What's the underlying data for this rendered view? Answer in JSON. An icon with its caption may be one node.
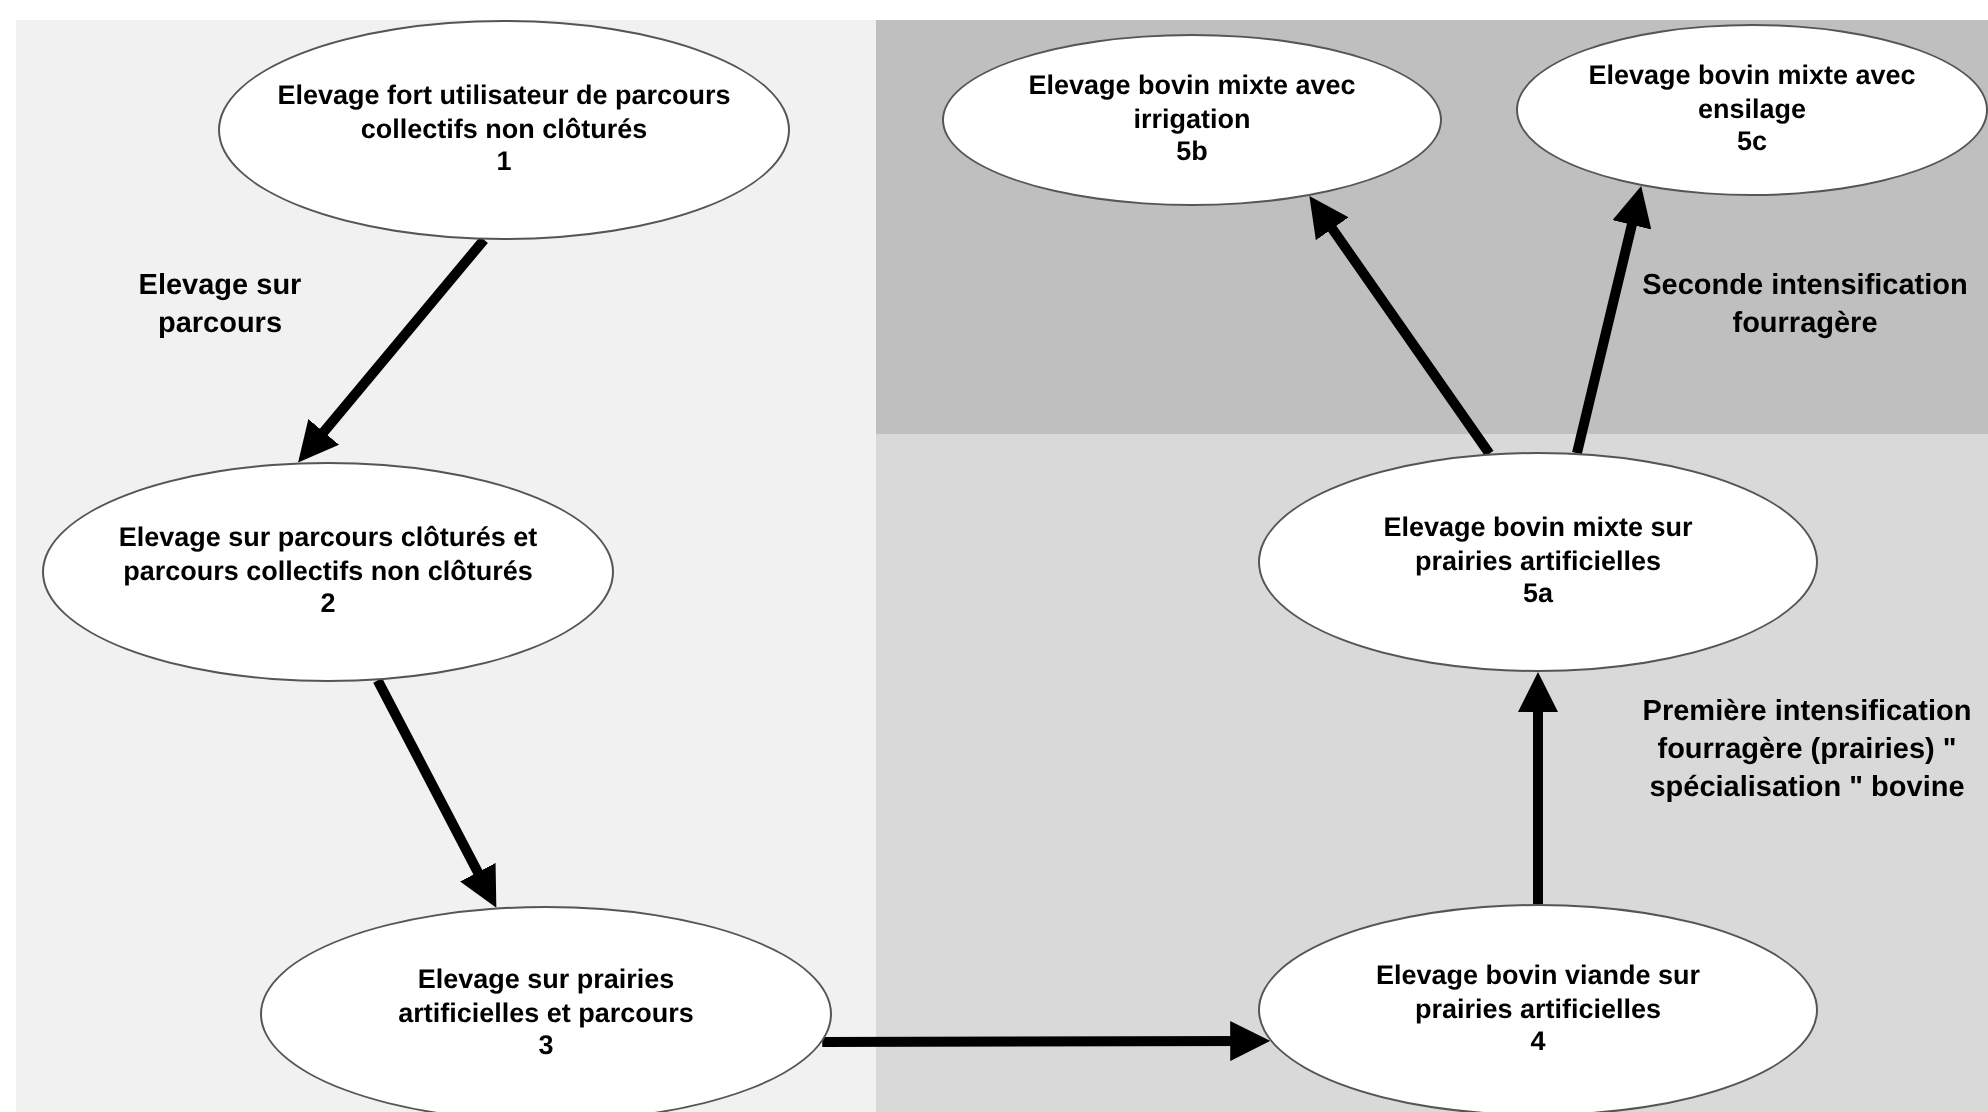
{
  "diagram": {
    "nodes": [
      {
        "text": [
          "Elevage fort utilisateur de parcours collectifs non clôturés",
          "1"
        ]
      },
      {
        "text": [
          "Elevage sur parcours clôturés et parcours collectifs non clôturés",
          "2"
        ]
      },
      {
        "text": [
          "Elevage sur prairies artificielles et parcours",
          "3"
        ]
      },
      {
        "text": [
          "Elevage bovin viande sur prairies artificielles",
          "4"
        ]
      },
      {
        "text": [
          "Elevage bovin mixte sur prairies artificielles",
          "5a"
        ]
      },
      {
        "text": [
          "Elevage bovin mixte avec irrigation",
          "5b"
        ]
      },
      {
        "text": [
          "Elevage bovin mixte avec ensilage",
          "5c"
        ]
      }
    ],
    "edges": [
      {
        "from": 0,
        "to": 1,
        "arrow": "to"
      },
      {
        "from": 1,
        "to": 2,
        "arrow": "to"
      },
      {
        "from": 2,
        "to": 3,
        "arrow": "to"
      },
      {
        "from": 3,
        "to": 4,
        "arrow": "to"
      },
      {
        "from": 4,
        "to": 5,
        "arrow": "to"
      },
      {
        "from": 4,
        "to": 6,
        "arrow": "to"
      }
    ],
    "labels": [
      "Elevage sur parcours",
      "Seconde intensification fourragère",
      "Première intensification fourragère (prairies) \" spécialisation \" bovine"
    ]
  }
}
